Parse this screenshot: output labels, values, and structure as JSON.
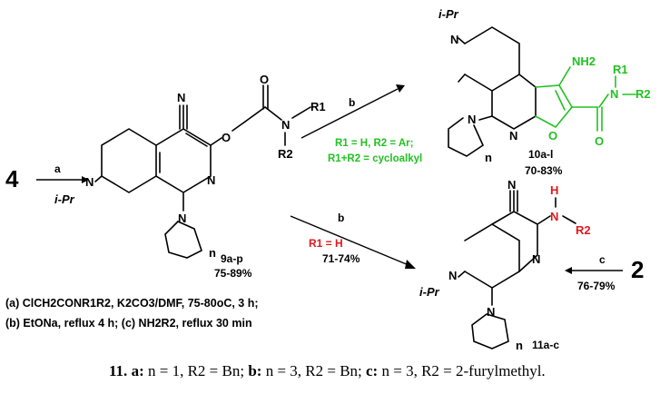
{
  "compounds": {
    "start": "4",
    "intermediate": {
      "label": "9a-p",
      "yield": "75-89%"
    },
    "furopyridine": {
      "label": "10a-l",
      "yield": "70-83%"
    },
    "amine": {
      "label": "11a-c"
    },
    "reagent2": "2"
  },
  "arrows": {
    "a": {
      "letter": "a"
    },
    "b_top": {
      "letter": "b",
      "conditions": [
        "R1 = H, R2 = Ar;",
        "R1+R2 = cycloalkyl"
      ]
    },
    "b_bottom": {
      "letter": "b",
      "condition": "R1 = H",
      "yield": "71-74%"
    },
    "c": {
      "letter": "c",
      "yield": "76-79%"
    }
  },
  "conditions": {
    "line1": "(a) ClCH2CONR1R2, K2CO3/DMF, 75-80oC, 3 h;",
    "line2": "(b) EtONa, reflux 4 h; (c) NH2R2, reflux 30 min"
  },
  "atoms": {
    "ipr": "i-Pr",
    "n": "N",
    "o": "O",
    "cn_n": "N",
    "nh2": "NH2",
    "h": "H",
    "r1": "R1",
    "r2": "R2",
    "sub_n": "n"
  },
  "caption": {
    "number": "11.",
    "parts": [
      {
        "key": "a:",
        "text": " n = 1, R2 = Bn; "
      },
      {
        "key": "b:",
        "text": " n = 3, R2 = Bn; "
      },
      {
        "key": "c:",
        "text": " n = 3, R2 = 2-furylmethyl."
      }
    ]
  }
}
